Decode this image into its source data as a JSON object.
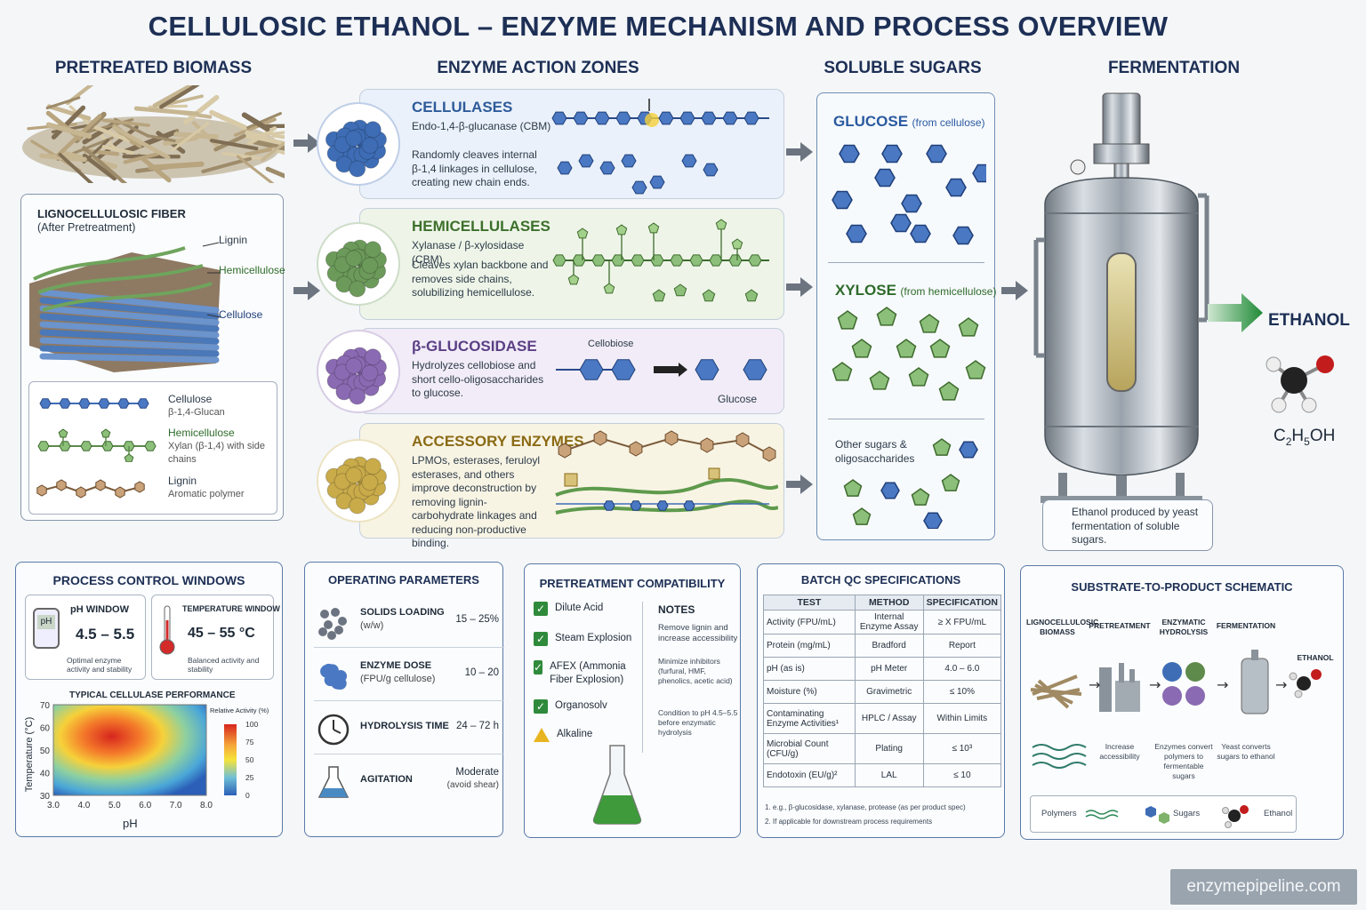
{
  "title": "CELLULOSIC ETHANOL – ENZYME MECHANISM AND PROCESS OVERVIEW",
  "columns": {
    "biomass": "PRETREATED BIOMASS",
    "enzymes": "ENZYME ACTION ZONES",
    "sugars": "SOLUBLE SUGARS",
    "fermentation": "FERMENTATION"
  },
  "fiber": {
    "title": "LIGNOCELLULOSIC FIBER",
    "subtitle": "(After Pretreatment)",
    "labels": {
      "lignin": "Lignin",
      "hemicellulose": "Hemicellulose",
      "cellulose": "Cellulose"
    },
    "legend": [
      {
        "name": "Cellulose",
        "desc": "β-1,4-Glucan",
        "color": "#1f3f7a"
      },
      {
        "name": "Hemicellulose",
        "desc": "Xylan (β-1,4) with side chains",
        "color": "#2e6b2a"
      },
      {
        "name": "Lignin",
        "desc": "Aromatic polymer",
        "color": "#3a2a1a"
      }
    ]
  },
  "zones": [
    {
      "title": "CELLULASES",
      "sub": "Endo-1,4-β-glucanase (CBM)",
      "desc": "Randomly cleaves internal β-1,4 linkages in cellulose, creating new chain ends.",
      "color": "#2e5b9a"
    },
    {
      "title": "HEMICELLULASES",
      "sub": "Xylanase / β-xylosidase (CBM)",
      "desc": "Cleaves xylan backbone and removes side chains, solubilizing hemicellulose.",
      "color": "#3d6f2c"
    },
    {
      "title": "β-GLUCOSIDASE",
      "sub": "",
      "desc": "Hydrolyzes cellobiose and short cello-oligosaccharides to glucose.",
      "color": "#5b3f86",
      "label_a": "Cellobiose",
      "label_b": "Glucose"
    },
    {
      "title": "ACCESSORY ENZYMES",
      "sub": "",
      "desc": "LPMOs, esterases, feruloyl esterases, and others improve deconstruction by removing lignin-carbohydrate linkages and reducing non-productive binding.",
      "color": "#8a6a14"
    }
  ],
  "sugars": {
    "glucose": "GLUCOSE",
    "glucose_src": "(from cellulose)",
    "xylose": "XYLOSE",
    "xylose_src": "(from hemicellulose)",
    "other": "Other sugars & oligosaccharides"
  },
  "fermentation": {
    "note": "Ethanol produced by yeast fermentation of soluble sugars.",
    "product": "ETHANOL",
    "formula_main": "C",
    "formula_s1": "2",
    "formula_mid": "H",
    "formula_s2": "5",
    "formula_end": "OH"
  },
  "process_control": {
    "title": "PROCESS CONTROL WINDOWS",
    "ph_label": "pH WINDOW",
    "ph_icon": "pH",
    "ph_value": "4.5 – 5.5",
    "ph_note": "Optimal enzyme activity and stability",
    "temp_label": "TEMPERATURE WINDOW",
    "temp_value": "45 – 55 °C",
    "temp_note": "Balanced activity and stability",
    "heatmap_title": "TYPICAL CELLULASE PERFORMANCE",
    "ylabel": "Temperature (°C)",
    "xlabel": "pH",
    "yticks": [
      "70",
      "60",
      "50",
      "40",
      "30"
    ],
    "xticks": [
      "3.0",
      "4.0",
      "5.0",
      "6.0",
      "7.0",
      "8.0"
    ],
    "scale_label": "Relative Activity (%)",
    "scale_ticks": [
      "100",
      "75",
      "50",
      "25",
      "0"
    ]
  },
  "operating": {
    "title": "OPERATING PARAMETERS",
    "rows": [
      {
        "name": "SOLIDS LOADING",
        "sub": "(w/w)",
        "value": "15 – 25%",
        "value2": ""
      },
      {
        "name": "ENZYME DOSE",
        "sub": "(FPU/g cellulose)",
        "value": "10 – 20",
        "value2": ""
      },
      {
        "name": "HYDROLYSIS TIME",
        "sub": "",
        "value": "24 – 72 h",
        "value2": ""
      },
      {
        "name": "AGITATION",
        "sub": "",
        "value": "Moderate",
        "value2": "(avoid shear)"
      }
    ]
  },
  "pretreatment": {
    "title": "PRETREATMENT COMPATIBILITY",
    "items": [
      {
        "label": "Dilute Acid",
        "status": "ok"
      },
      {
        "label": "Steam Explosion",
        "status": "ok"
      },
      {
        "label": "AFEX (Ammonia Fiber Explosion)",
        "status": "ok"
      },
      {
        "label": "Organosolv",
        "status": "ok"
      },
      {
        "label": "Alkaline",
        "status": "warn"
      }
    ],
    "notes_title": "NOTES",
    "notes": [
      "Remove lignin and increase accessibility",
      "Minimize inhibitors (furfural, HMF, phenolics, acetic acid)",
      "Condition to pH 4.5–5.5 before enzymatic hydrolysis"
    ]
  },
  "qc": {
    "title": "BATCH QC SPECIFICATIONS",
    "headers": [
      "TEST",
      "METHOD",
      "SPECIFICATION"
    ],
    "rows": [
      [
        "Activity (FPU/mL)",
        "Internal Enzyme Assay",
        "≥ X FPU/mL"
      ],
      [
        "Protein (mg/mL)",
        "Bradford",
        "Report"
      ],
      [
        "pH (as is)",
        "pH Meter",
        "4.0 – 6.0"
      ],
      [
        "Moisture (%)",
        "Gravimetric",
        "≤ 10%"
      ],
      [
        "Contaminating Enzyme Activities¹",
        "HPLC / Assay",
        "Within Limits"
      ],
      [
        "Microbial Count (CFU/g)",
        "Plating",
        "≤ 10³"
      ],
      [
        "Endotoxin (EU/g)²",
        "LAL",
        "≤ 10"
      ]
    ],
    "footnotes": [
      "1.   e.g., β-glucosidase, xylanase, protease (as per product spec)",
      "2.   If applicable for downstream process requirements"
    ]
  },
  "schematic": {
    "title": "SUBSTRATE-TO-PRODUCT SCHEMATIC",
    "steps": [
      {
        "label": "LIGNOCELLULOSIC BIOMASS",
        "caption": ""
      },
      {
        "label": "PRETREATMENT",
        "caption": "Increase accessibility"
      },
      {
        "label": "ENZYMATIC HYDROLYSIS",
        "caption": "Enzymes convert polymers to fermentable sugars"
      },
      {
        "label": "FERMENTATION",
        "caption": "Yeast converts sugars to ethanol"
      },
      {
        "label": "ETHANOL",
        "caption": ""
      }
    ],
    "legend": {
      "polymers": "Polymers",
      "sugars": "Sugars",
      "ethanol": "Ethanol"
    }
  },
  "watermark": "enzymepipeline.com"
}
